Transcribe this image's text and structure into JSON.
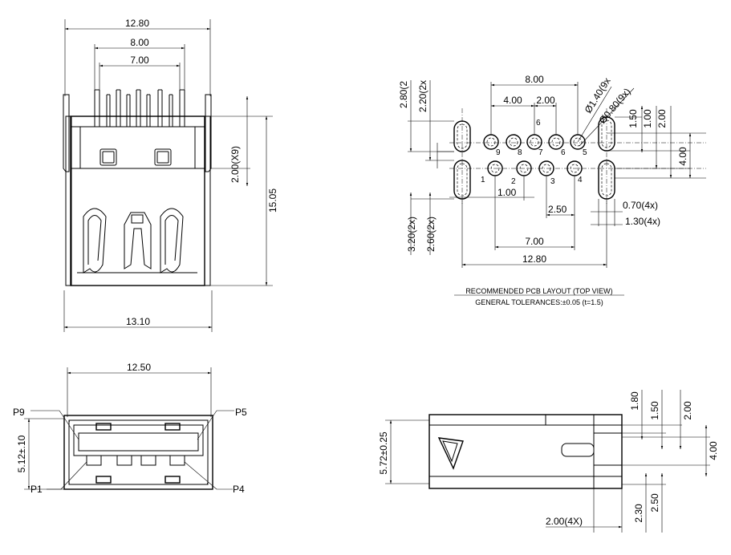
{
  "colors": {
    "ink": "#000000",
    "paper": "#ffffff"
  },
  "front_view": {
    "width_top": "12.80",
    "pin_span_outer": "8.00",
    "pin_span_inner": "7.00",
    "pin_pitch": "2.00(X9)",
    "height": "15.05",
    "width_bottom": "13.10"
  },
  "pcb_layout": {
    "dim_top_8": "8.00",
    "dim_4": "4.00",
    "dim_2": "2.00",
    "pin6_label": "6",
    "hole_a": "Ø1.40(9x",
    "hole_b": "Ø0.80(9x)",
    "dim_280": "2.80(2",
    "dim_220": "2.20(2x",
    "dim_150": "1.50",
    "dim_100": "1.00",
    "dim_200": "2.00",
    "dim_400": "4.00",
    "dim_100_b": "1.00",
    "dim_250": "2.50",
    "dim_070": "0.70(4x)",
    "dim_130": "1.30(4x)",
    "dim_320": "3.20(2x)",
    "dim_260": "2.60(2x)",
    "dim_700": "7.00",
    "dim_1280": "12.80",
    "pins_top": [
      "9",
      "8",
      "7",
      "6",
      "5"
    ],
    "pins_bottom": [
      "1",
      "2",
      "3",
      "4"
    ],
    "caption": "RECOMMENDED PCB LAYOUT (TOP VIEW)",
    "tolerance": "GENERAL TOLERANCES:±0.05 (t=1.5)"
  },
  "end_view": {
    "width": "12.50",
    "height": "5.12±.10",
    "p9": "P9",
    "p5": "P5",
    "p1": "P1",
    "p4": "P4"
  },
  "side_view": {
    "dim_180": "1.80",
    "dim_150": "1.50",
    "dim_200": "2.00",
    "dim_400": "4.00",
    "height": "5.72±0.25",
    "dim_230": "2.30",
    "dim_250": "2.50",
    "pitch": "2.00(4X)"
  }
}
